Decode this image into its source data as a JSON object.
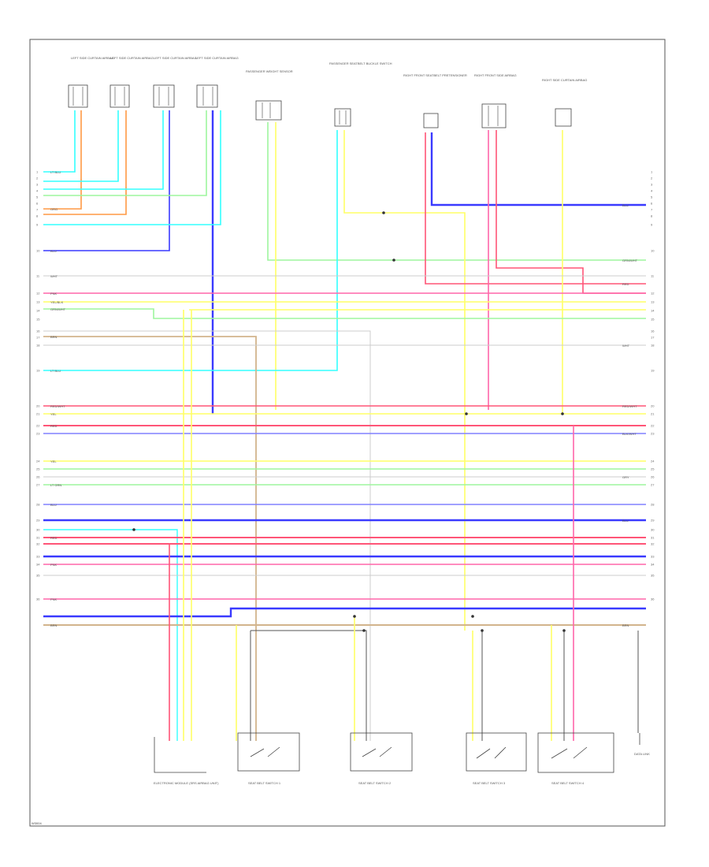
{
  "footer_code": "W3004",
  "palette": {
    "light_green": "#9ef59e",
    "yellow": "#ffff66",
    "blue": "#3a3aff",
    "light_blue_wire": "#8080ff",
    "pink": "#ff66aa",
    "red": "#ff5577",
    "cyan": "#33ffff",
    "orange": "#ff9944",
    "tan": "#d2b48c",
    "gray": "#cccccc",
    "dark": "#333333",
    "frame": "#555555"
  },
  "wire_tags": {
    "blu": "BLU",
    "wht": "WHT",
    "yel": "YEL",
    "pnk": "PNK",
    "red": "RED",
    "red_wht": "RED/WHT",
    "grn_wht": "GRN/WHT",
    "lt_grn": "LT GRN",
    "lt_blu": "LT BLU",
    "org": "ORG",
    "brn": "BRN",
    "gry": "GRY",
    "blk_wht": "BLK/WHT",
    "yel_blk": "YEL/BLK"
  },
  "left_pins": [
    "1",
    "2",
    "3",
    "4",
    "5",
    "6",
    "7",
    "8",
    "9",
    "10",
    "11",
    "12",
    "13",
    "14",
    "15",
    "16",
    "17",
    "18",
    "19",
    "20",
    "21",
    "22",
    "23",
    "24",
    "25",
    "26",
    "27",
    "28",
    "29",
    "30",
    "31",
    "32",
    "33",
    "34",
    "35",
    "36"
  ],
  "top_components": [
    {
      "label": "LEFT SIDE CURTAIN AIRBAG"
    },
    {
      "label": "LEFT SIDE CURTAIN AIRBAG"
    },
    {
      "label": "LEFT SIDE CURTAIN AIRBAG"
    },
    {
      "label": "LEFT SIDE CURTAIN AIRBAG"
    },
    {
      "label": "PASSENGER WEIGHT SENSOR"
    },
    {
      "label": "PASSENGER SEATBELT BUCKLE SWITCH"
    },
    {
      "label": "RIGHT FRONT SEATBELT PRETENSIONER"
    },
    {
      "label": "RIGHT FRONT SIDE AIRBAG"
    },
    {
      "label": "RIGHT SIDE CURTAIN AIRBAG"
    }
  ],
  "bottom_components": [
    {
      "label": "ELECTRONIC MODULE (SRS AIRBAG UNIT)"
    },
    {
      "label": "SEAT BELT SWITCH 1"
    },
    {
      "label": "SEAT BELT SWITCH 2"
    },
    {
      "label": "SEAT BELT SWITCH 3"
    },
    {
      "label": "SEAT BELT SWITCH 4"
    },
    {
      "label": "DATA LINK"
    }
  ]
}
